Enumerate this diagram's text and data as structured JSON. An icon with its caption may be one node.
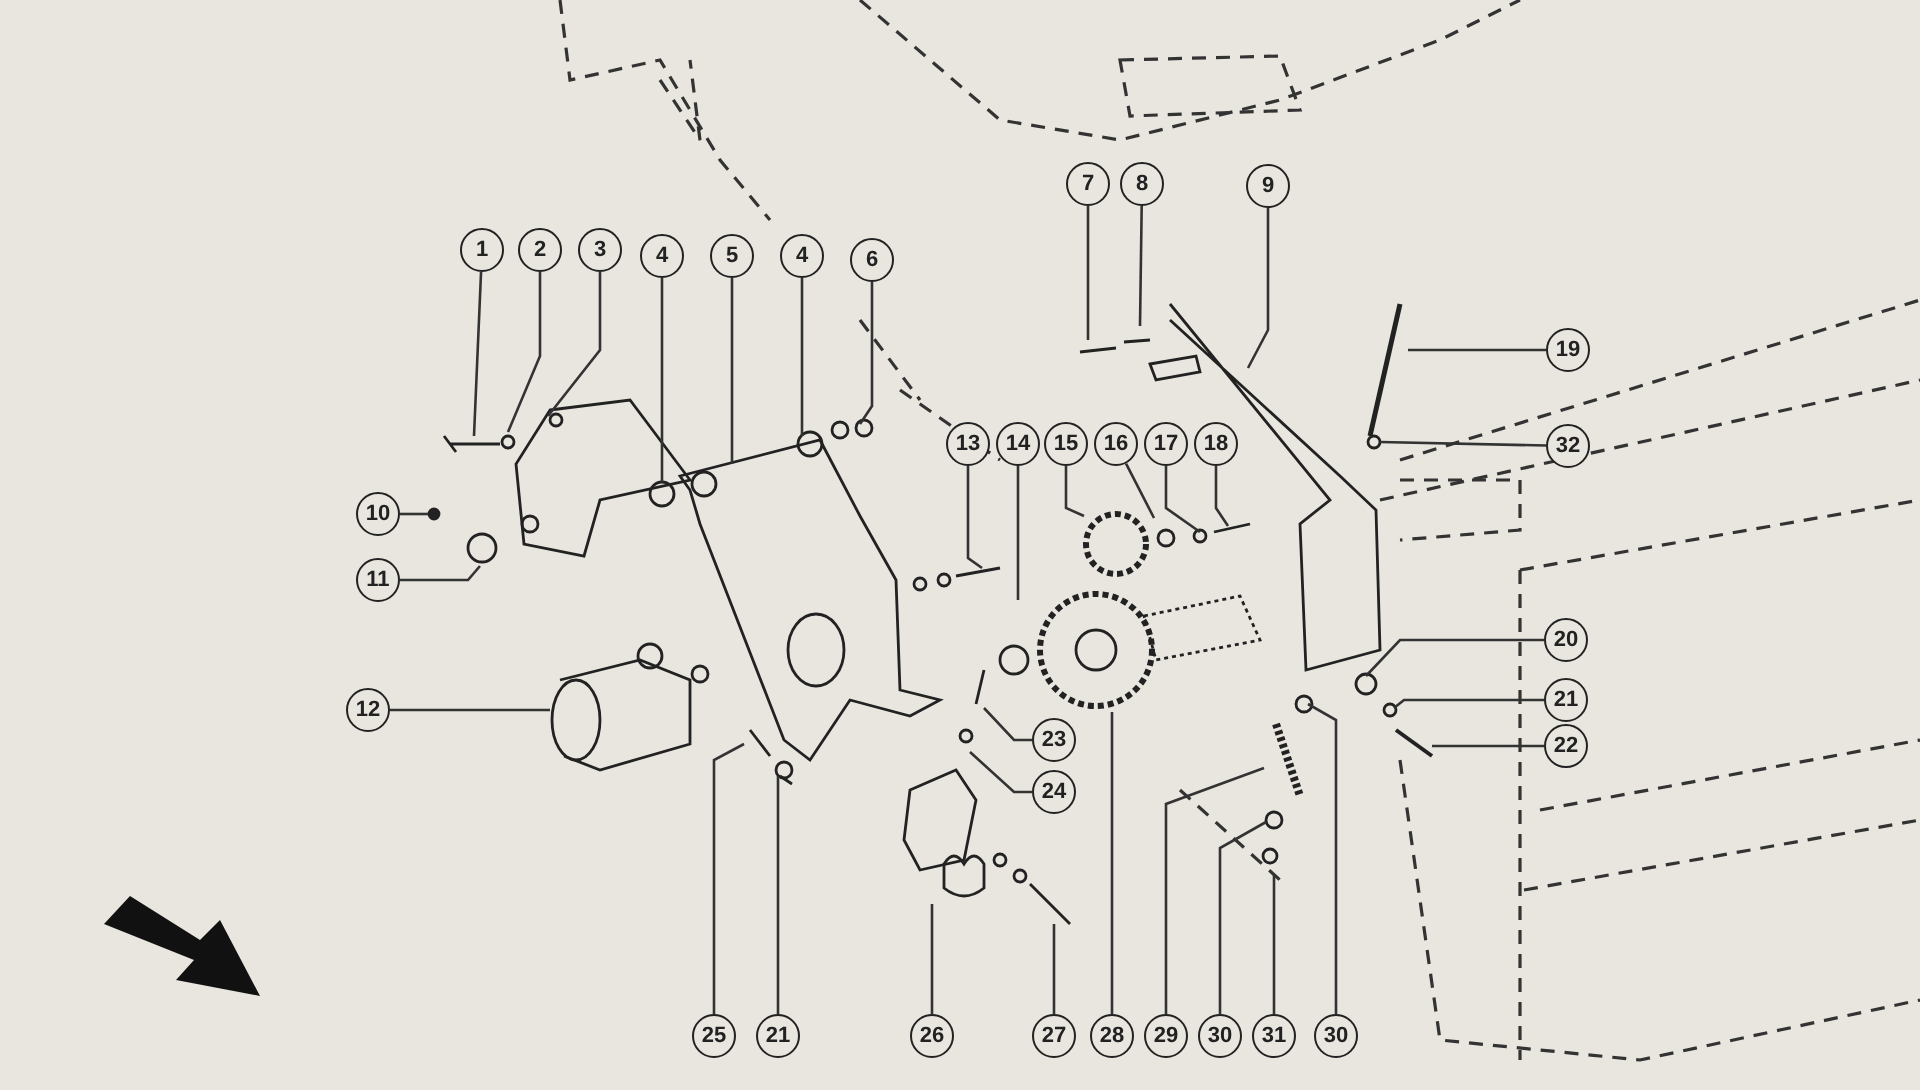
{
  "diagram": {
    "nodes": [
      {
        "text": [
          "1"
        ]
      },
      {
        "text": [
          "2"
        ]
      },
      {
        "text": [
          "3"
        ]
      },
      {
        "text": [
          "4"
        ]
      },
      {
        "text": [
          "5"
        ]
      },
      {
        "text": [
          "4"
        ]
      },
      {
        "text": [
          "6"
        ]
      },
      {
        "text": [
          "7"
        ]
      },
      {
        "text": [
          "8"
        ]
      },
      {
        "text": [
          "9"
        ]
      },
      {
        "text": [
          "10"
        ]
      },
      {
        "text": [
          "11"
        ]
      },
      {
        "text": [
          "12"
        ]
      },
      {
        "text": [
          "13"
        ]
      },
      {
        "text": [
          "14"
        ]
      },
      {
        "text": [
          "15"
        ]
      },
      {
        "text": [
          "16"
        ]
      },
      {
        "text": [
          "17"
        ]
      },
      {
        "text": [
          "18"
        ]
      },
      {
        "text": [
          "19"
        ]
      },
      {
        "text": [
          "32"
        ]
      },
      {
        "text": [
          "20"
        ]
      },
      {
        "text": [
          "21"
        ]
      },
      {
        "text": [
          "22"
        ]
      },
      {
        "text": [
          "23"
        ]
      },
      {
        "text": [
          "24"
        ]
      },
      {
        "text": [
          "25"
        ]
      },
      {
        "text": [
          "21"
        ]
      },
      {
        "text": [
          "26"
        ]
      },
      {
        "text": [
          "27"
        ]
      },
      {
        "text": [
          "28"
        ]
      },
      {
        "text": [
          "29"
        ]
      },
      {
        "text": [
          "30"
        ]
      },
      {
        "text": [
          "31"
        ]
      },
      {
        "text": [
          "30"
        ]
      }
    ],
    "edges": [
      {
        "from": 0,
        "to": null,
        "arrow": "none"
      },
      {
        "from": 1,
        "to": null,
        "arrow": "none"
      },
      {
        "from": 2,
        "to": null,
        "arrow": "none"
      },
      {
        "from": 3,
        "to": null,
        "arrow": "none"
      },
      {
        "from": 4,
        "to": null,
        "arrow": "none"
      },
      {
        "from": 5,
        "to": null,
        "arrow": "none"
      },
      {
        "from": 6,
        "to": null,
        "arrow": "none"
      },
      {
        "from": 7,
        "to": null,
        "arrow": "none"
      },
      {
        "from": 8,
        "to": null,
        "arrow": "none"
      },
      {
        "from": 9,
        "to": null,
        "arrow": "none"
      },
      {
        "from": 10,
        "to": null,
        "arrow": "none"
      },
      {
        "from": 11,
        "to": null,
        "arrow": "none"
      },
      {
        "from": 12,
        "to": null,
        "arrow": "none"
      },
      {
        "from": 13,
        "to": null,
        "arrow": "none"
      },
      {
        "from": 14,
        "to": null,
        "arrow": "none"
      },
      {
        "from": 15,
        "to": null,
        "arrow": "none"
      },
      {
        "from": 16,
        "to": null,
        "arrow": "none"
      },
      {
        "from": 17,
        "to": null,
        "arrow": "none"
      },
      {
        "from": 18,
        "to": null,
        "arrow": "none"
      },
      {
        "from": 19,
        "to": null,
        "arrow": "none"
      },
      {
        "from": 20,
        "to": null,
        "arrow": "none"
      },
      {
        "from": 21,
        "to": null,
        "arrow": "none"
      },
      {
        "from": 22,
        "to": null,
        "arrow": "none"
      },
      {
        "from": 23,
        "to": null,
        "arrow": "none"
      },
      {
        "from": 24,
        "to": null,
        "arrow": "none"
      },
      {
        "from": 25,
        "to": null,
        "arrow": "none"
      },
      {
        "from": 26,
        "to": null,
        "arrow": "none"
      },
      {
        "from": 27,
        "to": null,
        "arrow": "none"
      },
      {
        "from": 28,
        "to": null,
        "arrow": "none"
      },
      {
        "from": 29,
        "to": null,
        "arrow": "none"
      },
      {
        "from": 30,
        "to": null,
        "arrow": "none"
      },
      {
        "from": 31,
        "to": null,
        "arrow": "none"
      },
      {
        "from": 32,
        "to": null,
        "arrow": "none"
      },
      {
        "from": 33,
        "to": null,
        "arrow": "none"
      },
      {
        "from": 34,
        "to": null,
        "arrow": "none"
      }
    ]
  }
}
